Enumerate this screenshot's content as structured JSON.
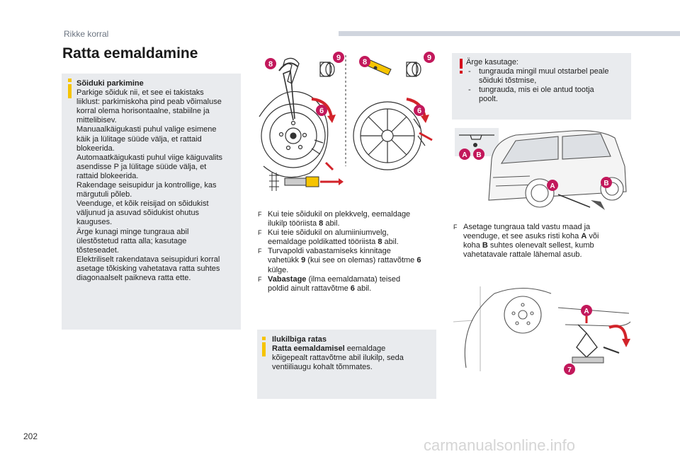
{
  "header": {
    "section": "Rikke korral"
  },
  "title": "Ratta eemaldamine",
  "parking": {
    "heading": "Sõiduki parkimine",
    "lines": [
      "Parkige sõiduk nii, et see ei takistaks",
      "liiklust: parkimiskoha pind peab võimaluse",
      "korral olema horisontaalne, stabiilne ja",
      "mittelibisev.",
      "Manuaalkäigukasti puhul valige esimene",
      "käik ja lülitage süüde välja, et rattaid",
      "blokeerida.",
      "Automaatkäigukasti puhul viige käiguvalits",
      "asendisse P ja lülitage süüde välja, et",
      "rattaid blokeerida.",
      "Rakendage seisupidur ja kontrollige, kas",
      "märgutuli põleb.",
      "Veenduge, et kõik reisijad on sõidukist",
      "väljunud ja asuvad sõidukist ohutus",
      "kauguses.",
      "Ärge kunagi minge tungraua abil",
      "ülestõstetud ratta alla; kasutage",
      "tõsteseadet.",
      "Elektriliselt rakendatava seisupiduri korral",
      "asetage tõkisking vahetatava ratta suhtes",
      "diagonaalselt paikneva ratta ette."
    ]
  },
  "steps": {
    "s1a": "Kui teie sõidukil on plekkvelg, eemaldage",
    "s1b_pre": "ilukilp tööriista ",
    "s1b_num": "8",
    "s1b_post": " abil.",
    "s2a": "Kui teie sõidukil on alumiiniumvelg,",
    "s2b_pre": "eemaldage poldikatted tööriista ",
    "s2b_num": "8",
    "s2b_post": " abil.",
    "s3a": "Turvapoldi vabastamiseks kinnitage",
    "s3b_pre": "vahetükk ",
    "s3b_num": "9",
    "s3b_post": " (kui see on olemas) rattavõtme ",
    "s3b_num2": "6",
    "s3c": "külge.",
    "s4_bold": "Vabastage",
    "s4a": " (ilma eemaldamata) teised",
    "s4b_pre": "poldid ainult rattavõtme ",
    "s4b_num": "6",
    "s4b_post": " abil."
  },
  "hubcap": {
    "heading": "Ilukilbiga ratas",
    "sub_bold": "Ratta eemaldamisel",
    "l1": " eemaldage",
    "l2": "kõigepealt rattavõtme abil ilukilp, seda",
    "l3": "ventiiliaugu kohalt tõmmates."
  },
  "warning": {
    "lead": "Ärge kasutage:",
    "items": [
      [
        "tungrauda mingil muul otstarbel peale",
        "sõiduki tõstmise,"
      ],
      [
        "tungrauda, mis ei ole antud tootja",
        "poolt."
      ]
    ]
  },
  "jack": {
    "l1": "Asetage tungraua tald vastu maad ja",
    "l2": "veenduge, et see asuks risti koha ",
    "a": "A",
    "l2b": " või",
    "l3a": "koha ",
    "b": "B",
    "l3b": " suhtes olenevalt sellest, kumb",
    "l4": "vahetatavale rattale lähemal asub."
  },
  "callouts": {
    "n8": "8",
    "n9": "9",
    "n6": "6",
    "n7": "7",
    "A": "A",
    "B": "B"
  },
  "colors": {
    "callout": "#c2185b",
    "accent_yellow": "#f6c400",
    "warning_red": "#d4001a",
    "arrow_red": "#d2232a",
    "box": "#e9ebee"
  },
  "footer": {
    "page": "202",
    "watermark": "carmanualsonline.info"
  }
}
